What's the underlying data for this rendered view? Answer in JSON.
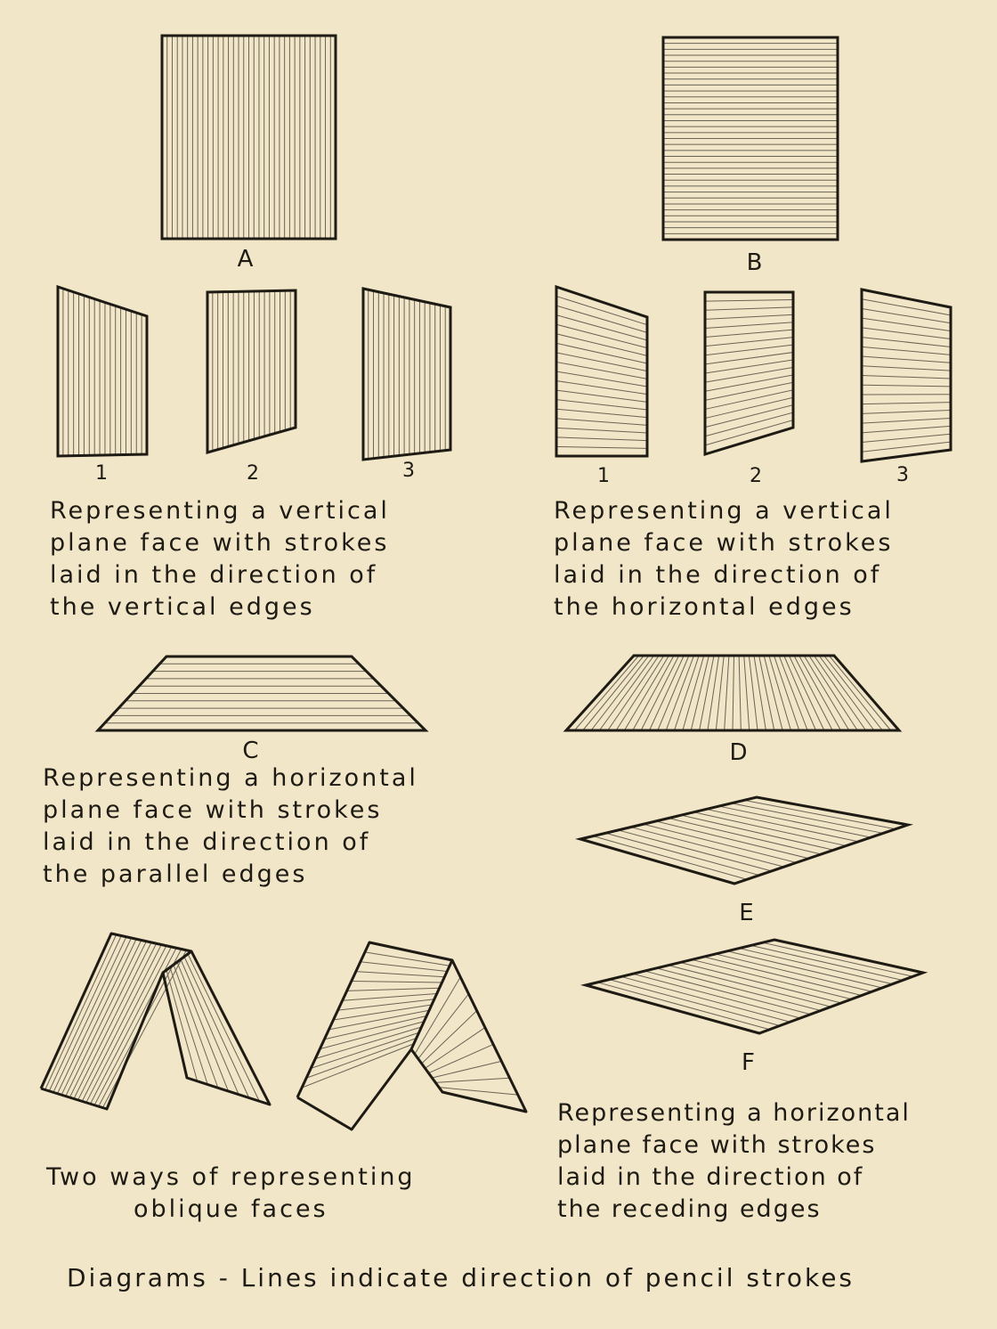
{
  "labels": {
    "a": "A",
    "b": "B",
    "c": "C",
    "d": "D",
    "e": "E",
    "f": "F",
    "vert_1": "1",
    "vert_2": "2",
    "vert_3": "3",
    "horiz_1": "1",
    "horiz_2": "2",
    "horiz_3": "3"
  },
  "captions": {
    "vertical_strokes": [
      "Representing a vertical",
      "plane face with strokes",
      "laid in the direction of",
      "the vertical edges"
    ],
    "horizontal_strokes": [
      "Representing a vertical",
      "plane face with strokes",
      "laid in the direction of",
      "the horizontal edges"
    ],
    "parallel_edges": [
      "Representing a horizontal",
      "plane face with strokes",
      "laid in the direction of",
      "the parallel edges"
    ],
    "receding_edges": [
      "Representing a horizontal",
      "plane face with strokes",
      "laid in the direction of",
      "the receding edges"
    ],
    "oblique": [
      "Two ways of representing",
      "oblique faces"
    ]
  },
  "title": "Diagrams - Lines indicate direction of pencil strokes",
  "colors": {
    "paper": "#f1e6c8",
    "ink": "#1e1a14",
    "hatch": "#6b6355"
  }
}
